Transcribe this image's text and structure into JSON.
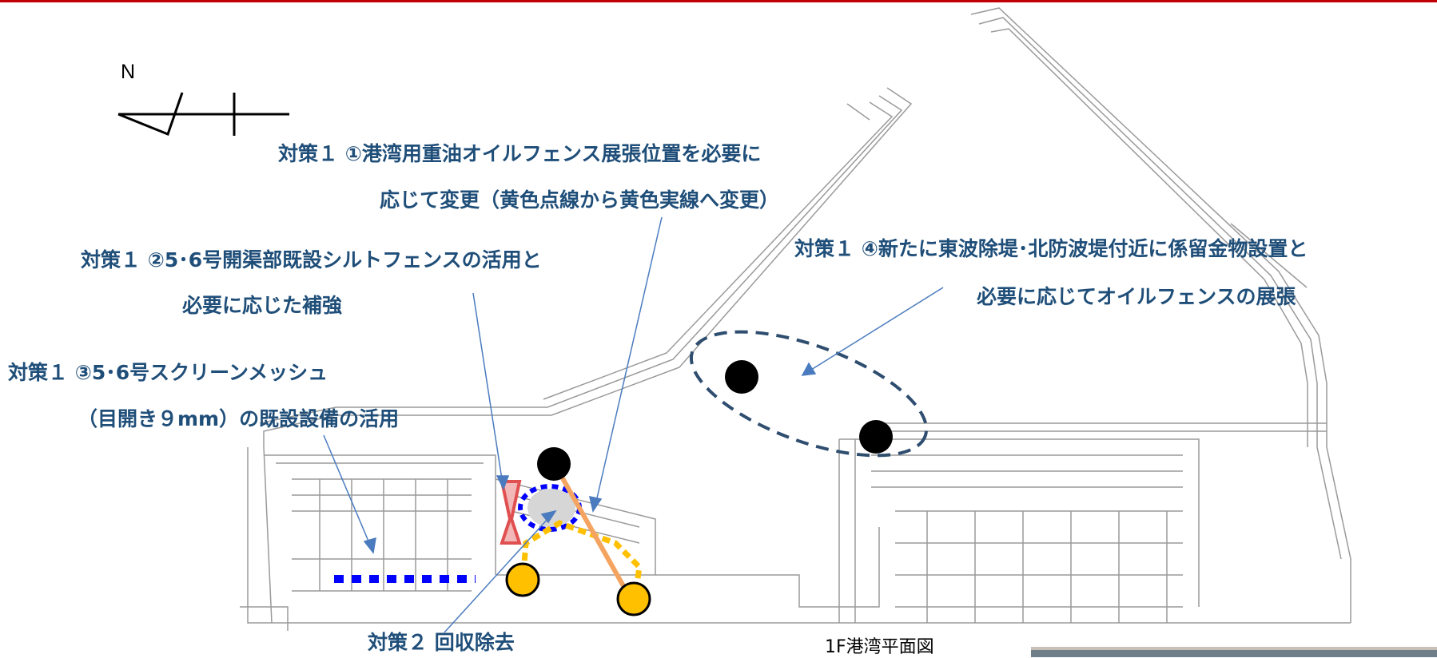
{
  "colors": {
    "header_rule": "#c00000",
    "label_text": "#1f4e79",
    "map_line": "#9a9a9a",
    "arrow": "#4a7bbf",
    "marker_black": "#000000",
    "marker_yellow": "#ffc000",
    "fence_orange": "#f4a460",
    "dotted_blue": "#0000ff",
    "ellipse_dash": "#2e4d6f",
    "silt_fence_red": "#e05050"
  },
  "north_label": "N",
  "labels": {
    "m1_line1": "対策１ ①港湾用重油オイルフェンス展張位置を必要に",
    "m1_line2": "応じて変更（黄色点線から黄色実線へ変更）",
    "m2_line1": "対策１ ②5･6号開渠部既設シルトフェンスの活用と",
    "m2_line2": "必要に応じた補強",
    "m3_line1": "対策１ ③5･6号スクリーンメッシュ",
    "m3_line2": "（目開き９mm）の既設設備の活用",
    "m4_line1": "対策１ ④新たに東波除堤･北防波堤付近に係留金物設置と",
    "m4_line2": "必要に応じてオイルフェンスの展張",
    "m5": "対策２ 回収除去"
  },
  "caption": "1F港湾平面図",
  "icons": [
    "north-arrow-icon",
    "black-mooring-marker",
    "yellow-mooring-marker"
  ]
}
